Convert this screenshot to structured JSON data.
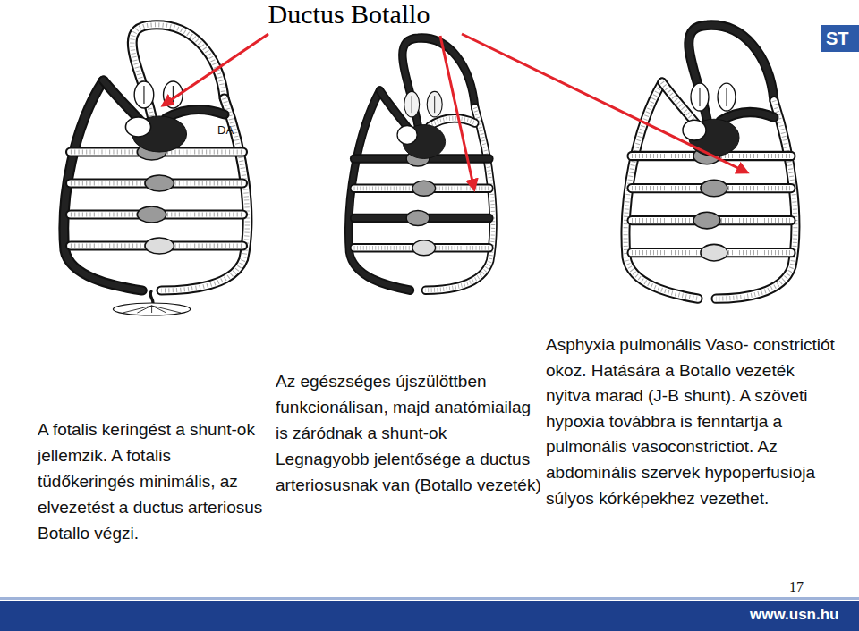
{
  "diagram": {
    "title": "Ductus Botallo",
    "labels": [
      "DA",
      "A fotalis keringést a shunt-ok jellemzik. A fotalis tüdőkeringés minimális, az elvezetést a ductus arteriosus Botallo végzi.",
      "Az egészséges újszülöttben funkcionálisan, majd anatómiailag is záródnak a shunt-ok Legnagyobb jelentősége a ductus arteriosusnak van (Botallo vezeték)",
      "Asphyxia pulmonális Vaso- constrictiót okoz. Hatására a Botallo vezeték nyitva marad (J-B shunt). A szöveti hypoxia továbbra is fenntartja a pulmonális vasoconstrictiot. Az abdominális szervek hypoperfusioja súlyos kórképekhez vezethet.",
      "17",
      "ST",
      "www.usn.hu"
    ]
  }
}
